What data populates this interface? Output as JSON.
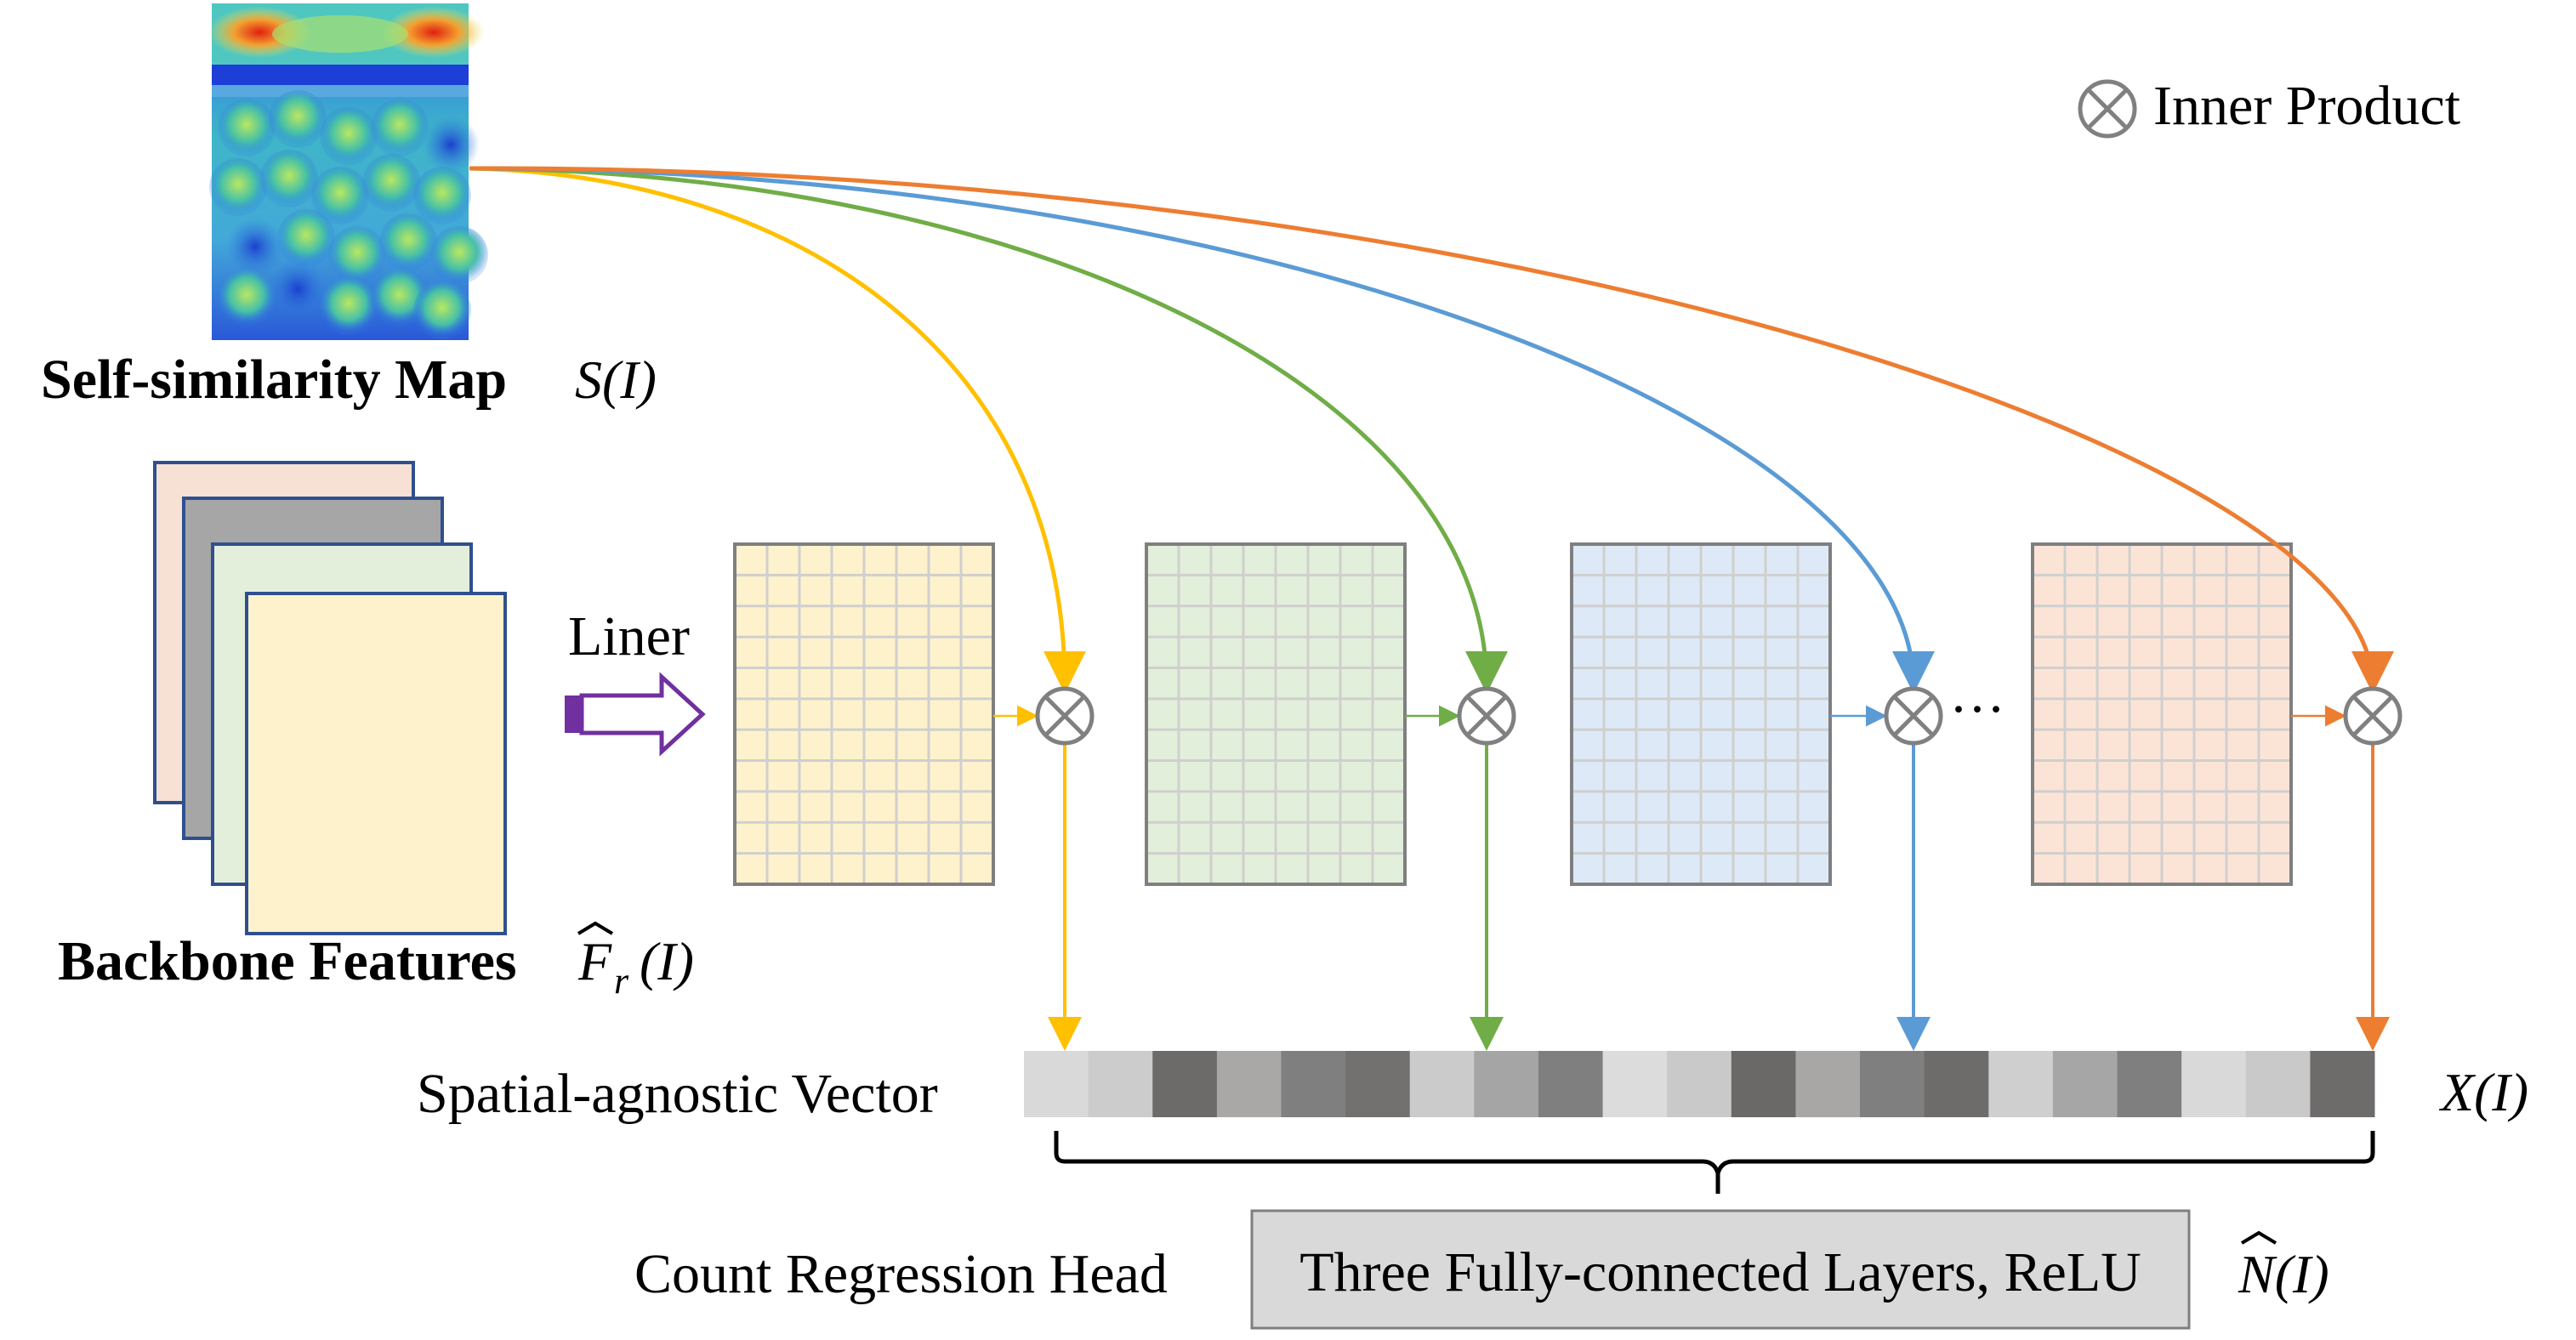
{
  "legend": {
    "symbol": "⊗",
    "label": "Inner Product"
  },
  "self_similarity": {
    "caption": "Self-similarity Map",
    "math": "S(I)"
  },
  "backbone": {
    "caption": "Backbone Features",
    "math_main": "F",
    "math_sub": "r",
    "math_tail": "(I)",
    "layer_colors": [
      "#f7e0d4",
      "#a6a6a6",
      "#e4efdb",
      "#fef2cc"
    ]
  },
  "linear": {
    "label": "Liner",
    "arrow_color": "#7030a0"
  },
  "grids": [
    {
      "fill": "#fef2cc",
      "line": "#cfcfcf"
    },
    {
      "fill": "#e2efda",
      "line": "#cfcfcf"
    },
    {
      "fill": "#dde9f6",
      "line": "#cfcfcf"
    },
    {
      "fill": "#fbe4d6",
      "line": "#cfcfcf"
    }
  ],
  "ellipsis": "···",
  "branch_colors": [
    "#ffc000",
    "#70ad47",
    "#5b9bd5",
    "#ed7d31"
  ],
  "vector": {
    "label": "Spatial-agnostic Vector",
    "math": "X(I)",
    "cells": [
      "#d9d9d9",
      "#cccccc",
      "#6d6a6a",
      "#aaa7a7",
      "#7f7f7f",
      "#737070",
      "#cbcbcb",
      "#a5a5a5",
      "#7f7f7f",
      "#dcdcdc",
      "#c9c9c9",
      "#6b6868",
      "#a9a6a6",
      "#7f7f7f",
      "#6e6b6b",
      "#cfcfcf",
      "#a6a6a6",
      "#7f7f7f",
      "#d9d9d9",
      "#c9c9c9",
      "#6e6b6b"
    ]
  },
  "head": {
    "label": "Count Regression Head",
    "box_text": "Three Fully-connected Layers, ReLU",
    "math": "N(I)",
    "box_fill": "#d9d9d9"
  }
}
